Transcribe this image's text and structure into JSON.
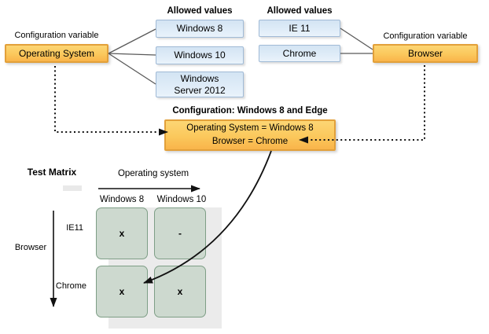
{
  "left_group": {
    "label": "Configuration variable",
    "variable": "Operating System",
    "allowed_header": "Allowed values",
    "values": [
      "Windows 8",
      "Windows 10",
      "Windows Server 2012"
    ]
  },
  "right_group": {
    "label": "Configuration variable",
    "variable": "Browser",
    "allowed_header": "Allowed values",
    "values": [
      "IE 11",
      "Chrome"
    ]
  },
  "configuration": {
    "title": "Configuration: Windows 8 and Edge",
    "line1": "Operating System = Windows 8",
    "line2": "Browser = Chrome"
  },
  "matrix": {
    "title": "Test Matrix",
    "x_axis_label": "Operating system",
    "y_axis_label": "Browser",
    "columns": [
      "Windows 8",
      "Windows 10"
    ],
    "rows": [
      "IE11",
      "Chrome"
    ],
    "cells": [
      [
        "x",
        "-"
      ],
      [
        "x",
        "x"
      ]
    ]
  },
  "colors": {
    "variable_box_fill": "#fbc85c",
    "variable_box_border": "#e2a03a",
    "value_box_fill": "#d9e8f6",
    "value_box_border": "#a0bad6",
    "matrix_cell_fill": "#cdd9cf",
    "matrix_cell_border": "#7e9e86",
    "panel_gray": "#ebebeb",
    "connector_gray": "#595959",
    "arrow_black": "#111111"
  }
}
